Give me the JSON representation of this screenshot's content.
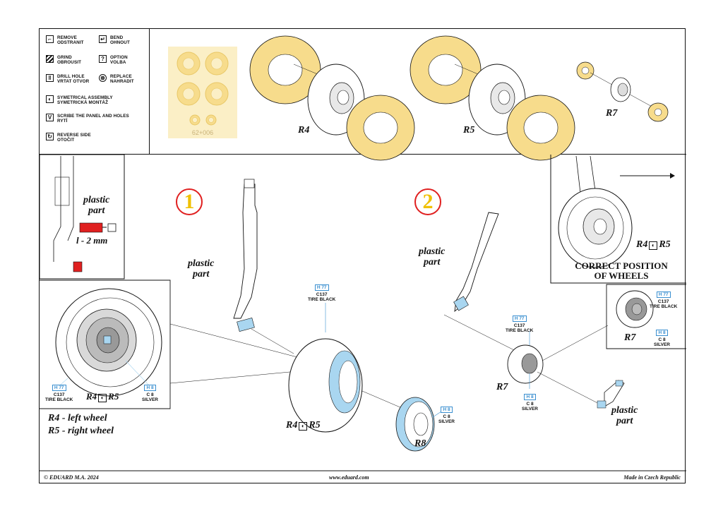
{
  "legend": [
    {
      "icon": "remove-icon",
      "line1": "REMOVE",
      "line2": "ODSTRANIT"
    },
    {
      "icon": "bend-icon",
      "line1": "BEND",
      "line2": "OHNOUT"
    },
    {
      "icon": "grind-icon",
      "line1": "GRIND",
      "line2": "OBROUSIT"
    },
    {
      "icon": "option-icon",
      "line1": "OPTION",
      "line2": "VOLBA"
    },
    {
      "icon": "drill-hole-icon",
      "line1": "DRILL HOLE",
      "line2": "VRTAT OTVOR"
    },
    {
      "icon": "replace-icon",
      "line1": "REPLACE",
      "line2": "NAHRADIT"
    },
    {
      "icon": "symmetrical-assembly-icon",
      "line1": "SYMETRICAL ASSEMBLY",
      "line2": "SYMETRICKÁ MONTÁŽ"
    },
    {
      "icon": "scribe-icon",
      "line1": "SCRIBE THE PANEL AND HOLES",
      "line2": "RYTÍ"
    },
    {
      "icon": "reverse-side-icon",
      "line1": "REVERSE SIDE",
      "line2": "OTOČIT"
    }
  ],
  "mask_sheet_code": "62+006",
  "labels": {
    "r4": "R4",
    "r5": "R5",
    "r7": "R7",
    "r8": "R8",
    "step1": "1",
    "step2": "2",
    "plastic_part": "plastic part",
    "plastic_part_line1": "plastic",
    "plastic_part_line2": "part",
    "length_note": "l - 2 mm",
    "correct_position_line1": "CORRECT POSITION",
    "correct_position_line2": "OF WHEELS",
    "r4_left": "R4 - left wheel",
    "r5_right": "R5 - right wheel"
  },
  "paints": {
    "tire_black": {
      "h": "H 77",
      "c": "C137",
      "name": "TIRE BLACK"
    },
    "silver": {
      "h": "H 8",
      "c": "C 8",
      "name": "SILVER"
    }
  },
  "colors": {
    "mask": "#f7dc8c",
    "highlight": "#a9d6f0",
    "callout_red": "#e02020",
    "step_digit": "#f0c000",
    "paint_code": "#3a8fd0"
  },
  "footer": {
    "copyright": "© EDUARD  M.A. 2024",
    "website": "www.eduard.com",
    "made_in": "Made in Czech Republic"
  }
}
